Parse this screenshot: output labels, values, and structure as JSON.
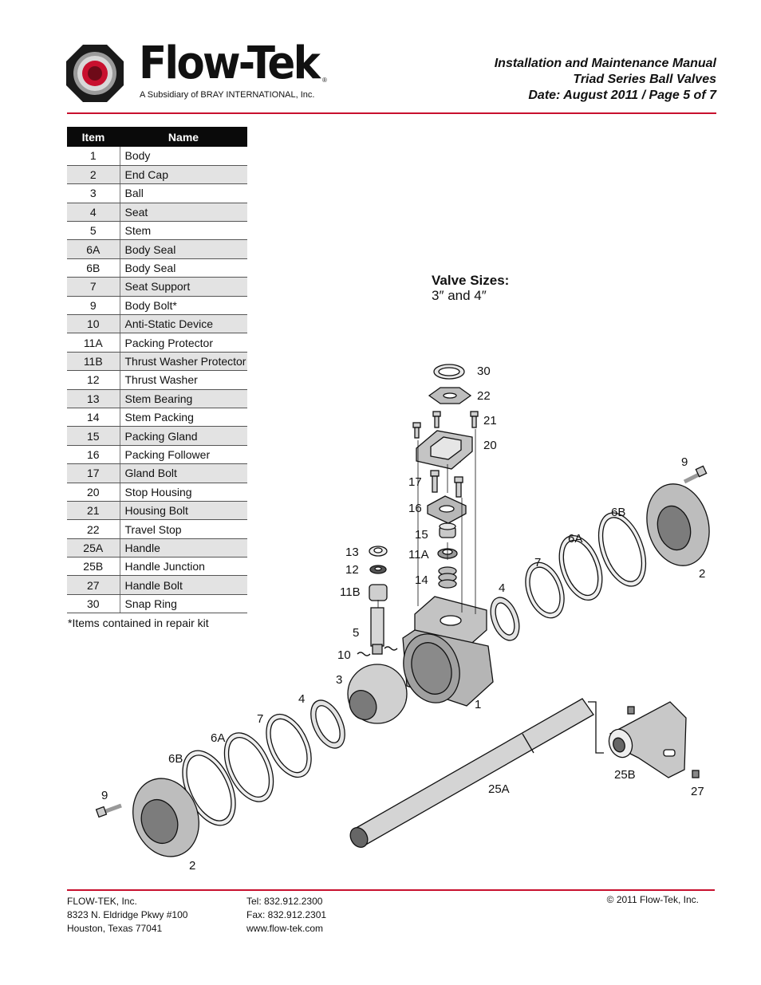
{
  "header": {
    "brand": "Flow-Tek",
    "subsidiary": "A Subsidiary of BRAY INTERNATIONAL, Inc.",
    "line1": "Installation and Maintenance Manual",
    "line2": "Triad Series Ball Valves",
    "line3": "Date: August 2011 / Page 5 of 7"
  },
  "parts_table": {
    "col_item": "Item",
    "col_name": "Name",
    "rows": [
      {
        "item": "1",
        "name": "Body"
      },
      {
        "item": "2",
        "name": "End Cap"
      },
      {
        "item": "3",
        "name": "Ball"
      },
      {
        "item": "4",
        "name": "Seat"
      },
      {
        "item": "5",
        "name": "Stem"
      },
      {
        "item": "6A",
        "name": "Body Seal"
      },
      {
        "item": "6B",
        "name": "Body Seal"
      },
      {
        "item": "7",
        "name": "Seat Support"
      },
      {
        "item": "9",
        "name": "Body Bolt*"
      },
      {
        "item": "10",
        "name": "Anti-Static Device"
      },
      {
        "item": "11A",
        "name": "Packing Protector"
      },
      {
        "item": "11B",
        "name": "Thrust Washer Protector"
      },
      {
        "item": "12",
        "name": "Thrust Washer"
      },
      {
        "item": "13",
        "name": "Stem Bearing"
      },
      {
        "item": "14",
        "name": "Stem Packing"
      },
      {
        "item": "15",
        "name": "Packing Gland"
      },
      {
        "item": "16",
        "name": "Packing Follower"
      },
      {
        "item": "17",
        "name": "Gland Bolt"
      },
      {
        "item": "20",
        "name": "Stop Housing"
      },
      {
        "item": "21",
        "name": "Housing Bolt"
      },
      {
        "item": "22",
        "name": "Travel Stop"
      },
      {
        "item": "25A",
        "name": "Handle"
      },
      {
        "item": "25B",
        "name": "Handle Junction"
      },
      {
        "item": "27",
        "name": "Handle Bolt"
      },
      {
        "item": "30",
        "name": "Snap Ring"
      }
    ],
    "note": "*Items contained in repair kit"
  },
  "diagram": {
    "title": "Valve Sizes:",
    "sizes": "3″ and 4″",
    "labels": {
      "l30": "30",
      "l22": "22",
      "l21": "21",
      "l20": "20",
      "l17": "17",
      "l16": "16",
      "l15": "15",
      "l11a": "11A",
      "l14": "14",
      "l13": "13",
      "l12": "12",
      "l11b": "11B",
      "l5": "5",
      "l10": "10",
      "l3": "3",
      "l1": "1",
      "l4a": "4",
      "l7a": "7",
      "l6aa": "6A",
      "l6ba": "6B",
      "l9a": "9",
      "l2a": "2",
      "l4b": "4",
      "l7b": "7",
      "l6ab": "6A",
      "l6bb": "6B",
      "l9b": "9",
      "l2b": "2",
      "l25a": "25A",
      "l25b": "25B",
      "l27": "27"
    }
  },
  "footer": {
    "company": "FLOW-TEK, Inc.",
    "address1": "8323 N. Eldridge Pkwy #100",
    "address2": "Houston, Texas 77041",
    "tel": "Tel: 832.912.2300",
    "fax": "Fax: 832.912.2301",
    "web": "www.flow-tek.com",
    "copyright": "© 2011 Flow-Tek, Inc."
  },
  "colors": {
    "accent_red": "#c8102e",
    "table_header": "#0a0a0a",
    "row_shade": "#e3e3e3"
  }
}
